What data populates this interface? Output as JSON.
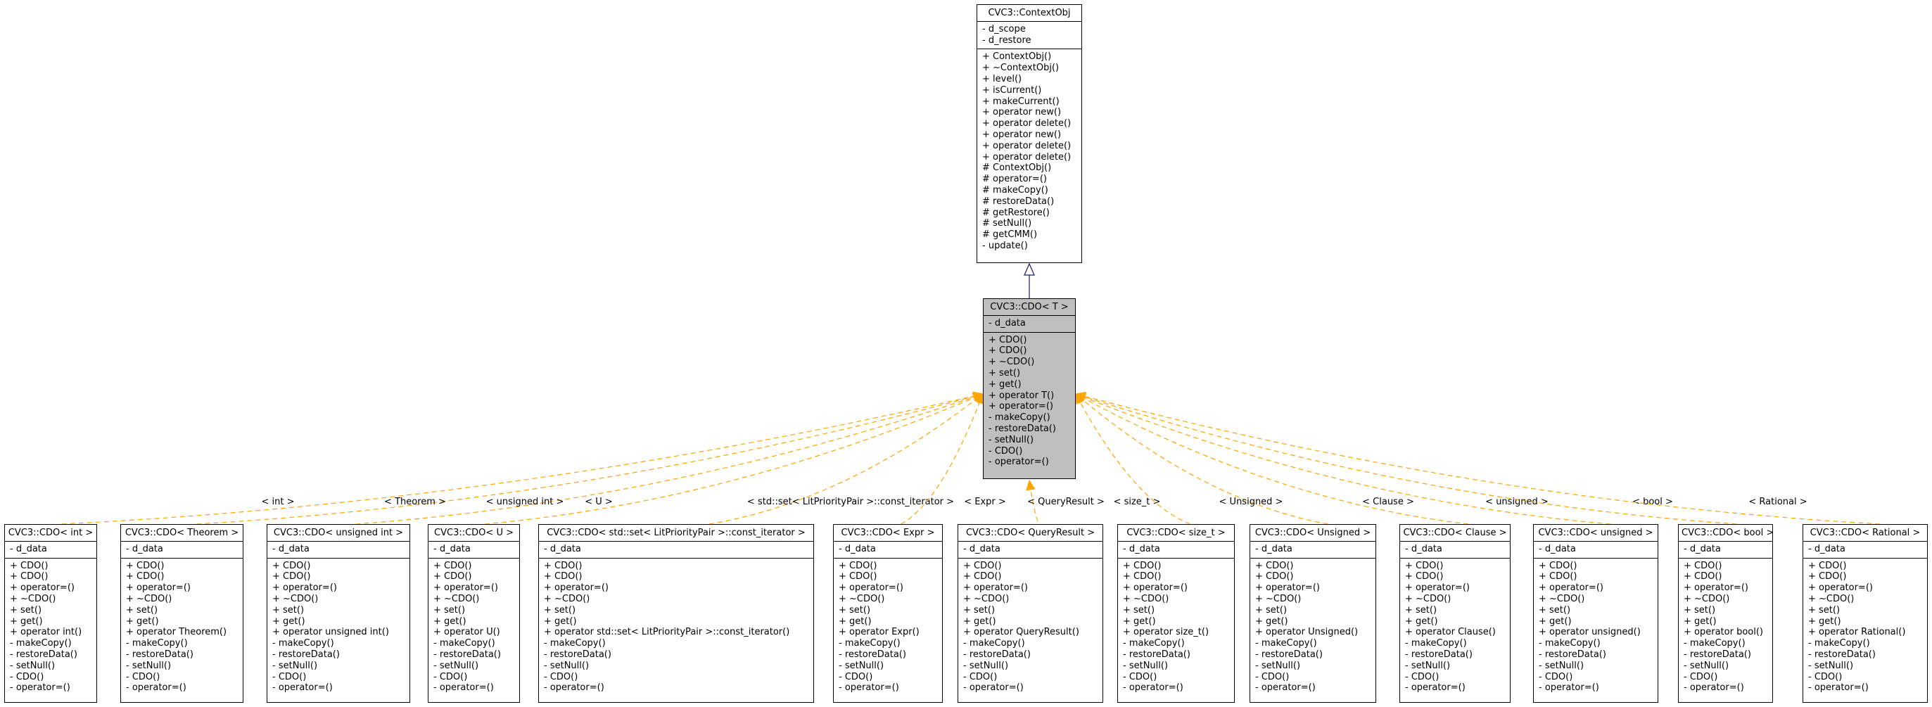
{
  "parent": {
    "title": "CVC3::ContextObj",
    "attributes": [
      "- d_scope",
      "- d_restore"
    ],
    "methods": [
      "+ ContextObj()",
      "+ ~ContextObj()",
      "+ level()",
      "+ isCurrent()",
      "+ makeCurrent()",
      "+ operator new()",
      "+ operator delete()",
      "+ operator new()",
      "+ operator delete()",
      "+ operator delete()",
      "# ContextObj()",
      "# operator=()",
      "# makeCopy()",
      "# restoreData()",
      "# getRestore()",
      "# setNull()",
      "# getCMM()",
      "- update()"
    ]
  },
  "template": {
    "title": "CVC3::CDO< T >",
    "attributes": [
      "- d_data"
    ],
    "methods": [
      "+ CDO()",
      "+ CDO()",
      "+ ~CDO()",
      "+ set()",
      "+ get()",
      "+ operator T()",
      "+ operator=()",
      "- makeCopy()",
      "- restoreData()",
      "- setNull()",
      "- CDO()",
      "- operator=()"
    ]
  },
  "instances": [
    {
      "title": "CVC3::CDO< int >",
      "edge_label": "< int >",
      "attributes": [
        "- d_data"
      ],
      "methods": [
        "+ CDO()",
        "+ CDO()",
        "+ operator=()",
        "+ ~CDO()",
        "+ set()",
        "+ get()",
        "+ operator int()",
        "- makeCopy()",
        "- restoreData()",
        "- setNull()",
        "- CDO()",
        "- operator=()"
      ]
    },
    {
      "title": "CVC3::CDO< Theorem >",
      "edge_label": "< Theorem >",
      "attributes": [
        "- d_data"
      ],
      "methods": [
        "+ CDO()",
        "+ CDO()",
        "+ operator=()",
        "+ ~CDO()",
        "+ set()",
        "+ get()",
        "+ operator Theorem()",
        "- makeCopy()",
        "- restoreData()",
        "- setNull()",
        "- CDO()",
        "- operator=()"
      ]
    },
    {
      "title": "CVC3::CDO< unsigned int >",
      "edge_label": "< unsigned int >",
      "attributes": [
        "- d_data"
      ],
      "methods": [
        "+ CDO()",
        "+ CDO()",
        "+ operator=()",
        "+ ~CDO()",
        "+ set()",
        "+ get()",
        "+ operator unsigned int()",
        "- makeCopy()",
        "- restoreData()",
        "- setNull()",
        "- CDO()",
        "- operator=()"
      ]
    },
    {
      "title": "CVC3::CDO< U >",
      "edge_label": "< U >",
      "attributes": [
        "- d_data"
      ],
      "methods": [
        "+ CDO()",
        "+ CDO()",
        "+ operator=()",
        "+ ~CDO()",
        "+ set()",
        "+ get()",
        "+ operator U()",
        "- makeCopy()",
        "- restoreData()",
        "- setNull()",
        "- CDO()",
        "- operator=()"
      ]
    },
    {
      "title": "CVC3::CDO< std::set< LitPriorityPair >::const_iterator >",
      "edge_label": "< std::set< LitPriorityPair >::const_iterator >",
      "attributes": [
        "- d_data"
      ],
      "methods": [
        "+ CDO()",
        "+ CDO()",
        "+ operator=()",
        "+ ~CDO()",
        "+ set()",
        "+ get()",
        "+ operator std::set< LitPriorityPair >::const_iterator()",
        "- makeCopy()",
        "- restoreData()",
        "- setNull()",
        "- CDO()",
        "- operator=()"
      ]
    },
    {
      "title": "CVC3::CDO< Expr >",
      "edge_label": "< Expr >",
      "attributes": [
        "- d_data"
      ],
      "methods": [
        "+ CDO()",
        "+ CDO()",
        "+ operator=()",
        "+ ~CDO()",
        "+ set()",
        "+ get()",
        "+ operator Expr()",
        "- makeCopy()",
        "- restoreData()",
        "- setNull()",
        "- CDO()",
        "- operator=()"
      ]
    },
    {
      "title": "CVC3::CDO< QueryResult >",
      "edge_label": "< QueryResult >",
      "attributes": [
        "- d_data"
      ],
      "methods": [
        "+ CDO()",
        "+ CDO()",
        "+ operator=()",
        "+ ~CDO()",
        "+ set()",
        "+ get()",
        "+ operator QueryResult()",
        "- makeCopy()",
        "- restoreData()",
        "- setNull()",
        "- CDO()",
        "- operator=()"
      ]
    },
    {
      "title": "CVC3::CDO< size_t >",
      "edge_label": "< size_t >",
      "attributes": [
        "- d_data"
      ],
      "methods": [
        "+ CDO()",
        "+ CDO()",
        "+ operator=()",
        "+ ~CDO()",
        "+ set()",
        "+ get()",
        "+ operator size_t()",
        "- makeCopy()",
        "- restoreData()",
        "- setNull()",
        "- CDO()",
        "- operator=()"
      ]
    },
    {
      "title": "CVC3::CDO< Unsigned >",
      "edge_label": "< Unsigned >",
      "attributes": [
        "- d_data"
      ],
      "methods": [
        "+ CDO()",
        "+ CDO()",
        "+ operator=()",
        "+ ~CDO()",
        "+ set()",
        "+ get()",
        "+ operator Unsigned()",
        "- makeCopy()",
        "- restoreData()",
        "- setNull()",
        "- CDO()",
        "- operator=()"
      ]
    },
    {
      "title": "CVC3::CDO< Clause >",
      "edge_label": "< Clause >",
      "attributes": [
        "- d_data"
      ],
      "methods": [
        "+ CDO()",
        "+ CDO()",
        "+ operator=()",
        "+ ~CDO()",
        "+ set()",
        "+ get()",
        "+ operator Clause()",
        "- makeCopy()",
        "- restoreData()",
        "- setNull()",
        "- CDO()",
        "- operator=()"
      ]
    },
    {
      "title": "CVC3::CDO< unsigned >",
      "edge_label": "< unsigned >",
      "attributes": [
        "- d_data"
      ],
      "methods": [
        "+ CDO()",
        "+ CDO()",
        "+ operator=()",
        "+ ~CDO()",
        "+ set()",
        "+ get()",
        "+ operator unsigned()",
        "- makeCopy()",
        "- restoreData()",
        "- setNull()",
        "- CDO()",
        "- operator=()"
      ]
    },
    {
      "title": "CVC3::CDO< bool >",
      "edge_label": "< bool >",
      "attributes": [
        "- d_data"
      ],
      "methods": [
        "+ CDO()",
        "+ CDO()",
        "+ operator=()",
        "+ ~CDO()",
        "+ set()",
        "+ get()",
        "+ operator bool()",
        "- makeCopy()",
        "- restoreData()",
        "- setNull()",
        "- CDO()",
        "- operator=()"
      ]
    },
    {
      "title": "CVC3::CDO< Rational >",
      "edge_label": "< Rational >",
      "attributes": [
        "- d_data"
      ],
      "methods": [
        "+ CDO()",
        "+ CDO()",
        "+ operator=()",
        "+ ~CDO()",
        "+ set()",
        "+ get()",
        "+ operator Rational()",
        "- makeCopy()",
        "- restoreData()",
        "- setNull()",
        "- CDO()",
        "- operator=()"
      ]
    }
  ],
  "colors": {
    "inheritance_edge": "#191970",
    "template_edge": "#ffa500",
    "template_fill": "#bfbfbf"
  }
}
